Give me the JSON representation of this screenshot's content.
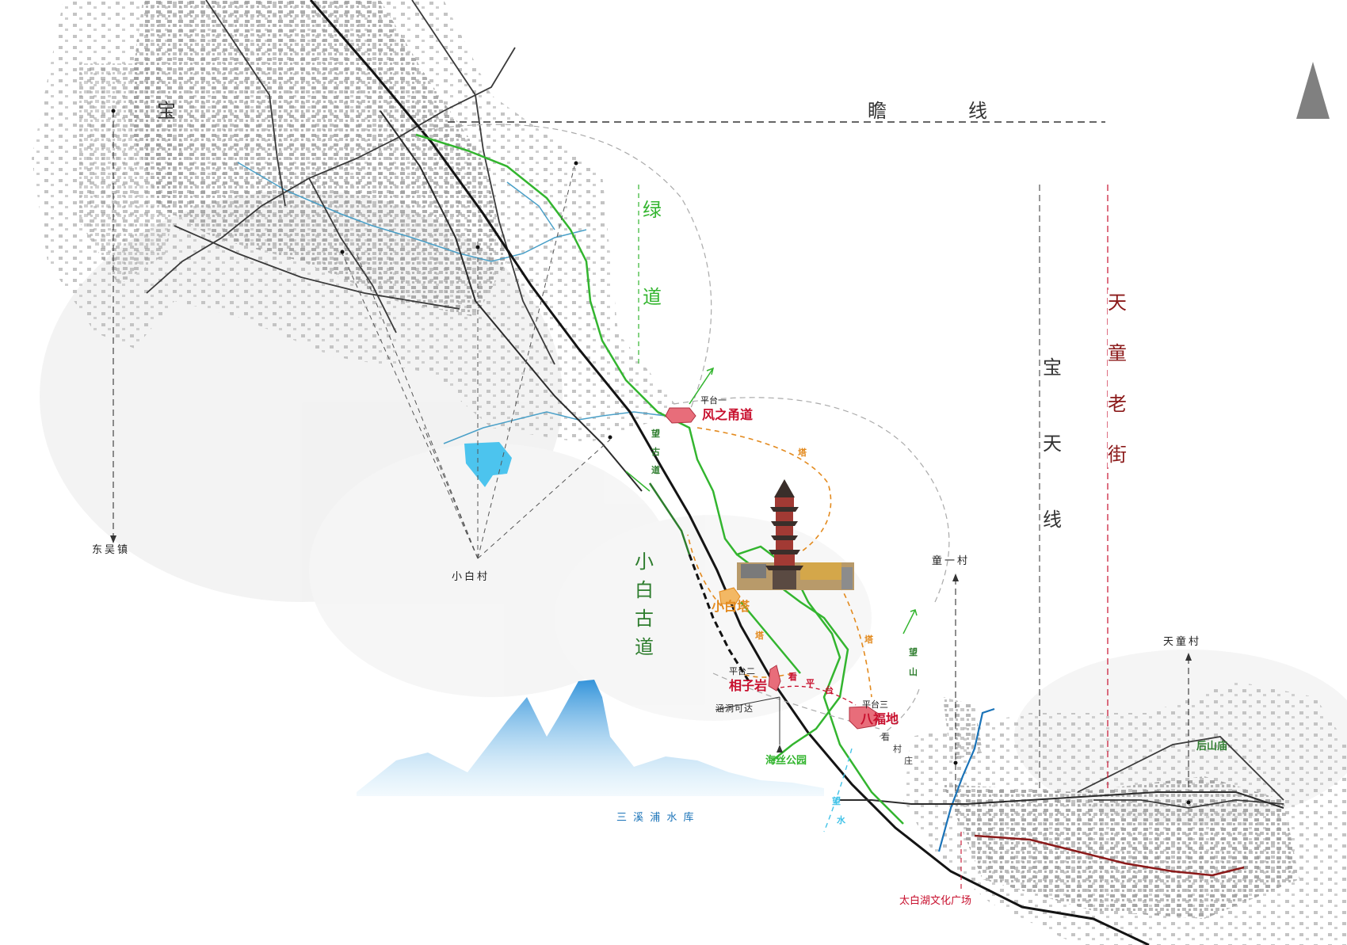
{
  "colors": {
    "greenway": "#33b52f",
    "ancient_road": "#2e8b2e",
    "red_label": "#c8102e",
    "dark_red": "#8b1a1a",
    "orange": "#e38a1e",
    "blue_water": "#1a73b8",
    "cyan_water": "#43c3e8",
    "gray_line": "#555555",
    "pink_fill": "#e86d7a"
  },
  "map": {
    "north_arrow_icon": "north-arrow-icon",
    "lines": {
      "baozhan": [
        "宝",
        "瞻",
        "线"
      ],
      "greenway": [
        "绿",
        "道"
      ],
      "ancient_road": [
        "小",
        "白",
        "古",
        "道"
      ],
      "baotian": [
        "宝",
        "天",
        "线"
      ],
      "tiantong_street": [
        "天",
        "童",
        "老",
        "街"
      ]
    },
    "villages": {
      "dongwu": "东吴镇",
      "xiaobai_village": "小白村",
      "tongyi": "童一村",
      "tiantong": "天童村"
    },
    "platforms": {
      "p1_label": "平台一",
      "p1_name": "风之甬道",
      "p2_label": "平台二",
      "p2_name": "相子岩",
      "p3_label": "平台三",
      "p3_name": "八福地"
    },
    "pagoda": {
      "name": "小白塔",
      "ta": "塔"
    },
    "sightlines": {
      "wang_gu_dao": [
        "望",
        "古",
        "道"
      ],
      "kan_ping_tai": [
        "看",
        "平",
        "台"
      ],
      "wang_shan": [
        "望",
        "山"
      ],
      "kan_cun_zhuang": [
        "看",
        "村",
        "庄"
      ],
      "wang_shui": [
        "望",
        "水"
      ]
    },
    "places": {
      "culvert": "涵洞可达",
      "haisi_park": "海丝公园",
      "reservoir": "三 溪 浦 水 库",
      "houshan_temple": "后山庙",
      "taibai_plaza": "太白湖文化广场"
    }
  }
}
